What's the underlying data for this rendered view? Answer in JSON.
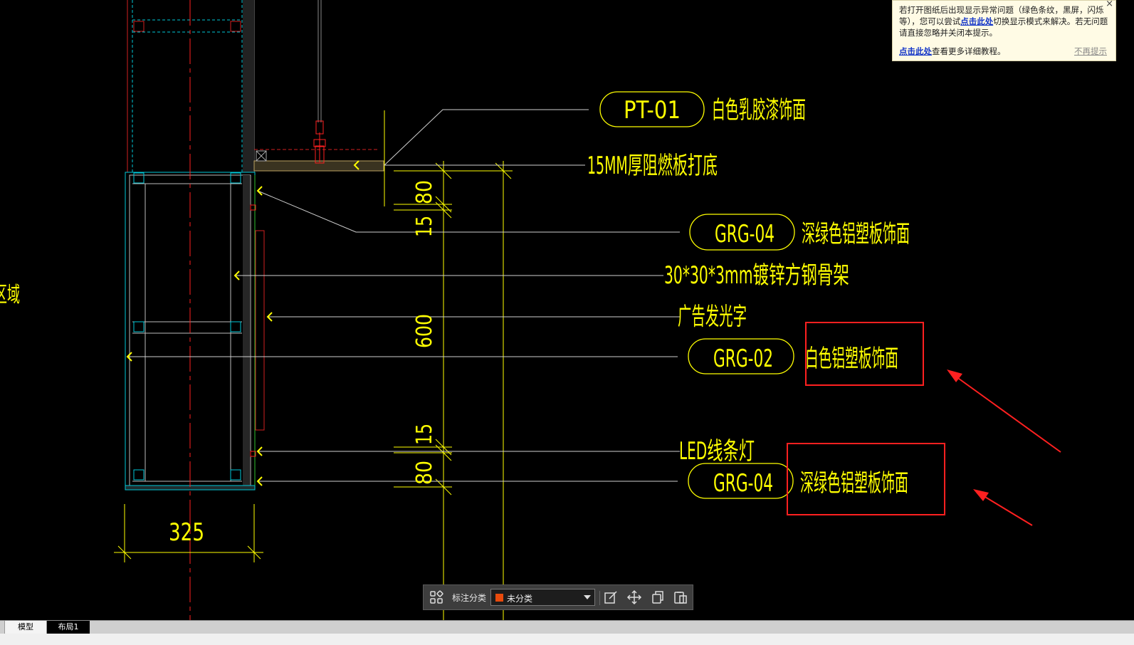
{
  "drawing": {
    "callouts": [
      {
        "tag": "PT-01",
        "text": "白色乳胶漆饰面"
      },
      {
        "tag": "",
        "text": "15MM厚阻燃板打底"
      },
      {
        "tag": "GRG-04",
        "text": "深绿色铝塑板饰面"
      },
      {
        "tag": "",
        "text": "30*30*3mm镀锌方钢骨架"
      },
      {
        "tag": "",
        "text": "广告发光字"
      },
      {
        "tag": "GRG-02",
        "text": "白色铝塑板饰面"
      },
      {
        "tag": "",
        "text": "LED线条灯"
      },
      {
        "tag": "GRG-04",
        "text": "深绿色铝塑板饰面"
      }
    ],
    "dimensions": [
      "80",
      "15",
      "600",
      "15",
      "80"
    ],
    "width_dimension": "325",
    "left_edge_text": "区域",
    "colors": {
      "background": "#000000",
      "annotation": "#ffff00",
      "cyan": "#00c8d8",
      "red": "#ff2020",
      "markup": "#ff2020"
    }
  },
  "notice": {
    "line1_pre": "若打开图纸后出现显示异常问题（绿色条纹，黑屏，闪烁等），您可以尝试",
    "link1": "点击此处",
    "line1_post": "切换显示模式来解决。若无问题请直接忽略并关闭本提示。",
    "link2": "点击此处",
    "line2_post": "查看更多详细教程。",
    "dismiss": "不再提示",
    "close": "×"
  },
  "toolbar": {
    "label": "标注分类",
    "select_value": "未分类",
    "swatch_color": "#e84a0c",
    "icons": [
      "grid-icon",
      "edit-icon",
      "move-icon",
      "copy-icon",
      "paste-icon"
    ]
  },
  "tabs": [
    "模型",
    "布局1"
  ]
}
